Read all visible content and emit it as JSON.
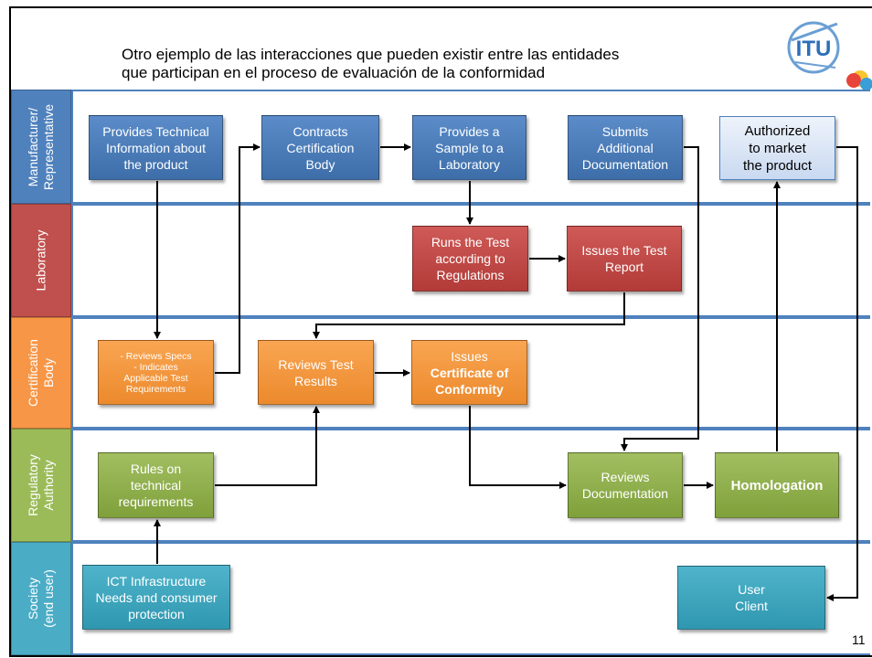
{
  "slide": {
    "title_line1": "Otro ejemplo de las interacciones que pueden existir entre las entidades",
    "title_line2": "que participan en el proceso de evaluación de la conformidad",
    "page_number": "11",
    "logo_text": "ITU"
  },
  "lanes": [
    {
      "id": "manufacturer",
      "lines": [
        "Manufacturer/",
        "Representative"
      ],
      "color": "#4f81bd"
    },
    {
      "id": "laboratory",
      "lines": [
        "Laboratory"
      ],
      "color": "#c0504d"
    },
    {
      "id": "certification",
      "lines": [
        "Certification",
        "Body"
      ],
      "color": "#f79646"
    },
    {
      "id": "regulatory",
      "lines": [
        "Regulatory",
        "Authority"
      ],
      "color": "#9bbb59"
    },
    {
      "id": "society",
      "lines": [
        "Society",
        "(end user)"
      ],
      "color": "#4bacc6"
    }
  ],
  "boxes": {
    "provides_info": [
      "Provides Technical",
      "Information about",
      "the product"
    ],
    "contracts": [
      "Contracts",
      "Certification",
      "Body"
    ],
    "provides_sample": [
      "Provides a",
      "Sample to a",
      "Laboratory"
    ],
    "submits": [
      "Submits",
      "Additional",
      "Documentation"
    ],
    "authorized": [
      "Authorized",
      "to market",
      "the product"
    ],
    "runs_test": [
      "Runs the Test",
      "according to",
      "Regulations"
    ],
    "issues_report": [
      "Issues the Test",
      "Report"
    ],
    "reviews_specs": [
      "- Reviews Specs",
      "- Indicates",
      "Applicable Test",
      "Requirements"
    ],
    "reviews_results": [
      "Reviews Test",
      "Results"
    ],
    "issues_cert": [
      "Issues",
      "Certificate of",
      "Conformity"
    ],
    "rules": [
      "Rules on",
      "technical",
      "requirements"
    ],
    "reviews_doc": [
      "Reviews",
      "Documentation"
    ],
    "homologation": [
      "Homologation"
    ],
    "ict": [
      "ICT Infrastructure",
      "Needs and consumer",
      "protection"
    ],
    "user": [
      "User",
      "Client"
    ]
  },
  "colors": {
    "manufacturer": "#4f81bd",
    "laboratory": "#c0504d",
    "certification": "#f79646",
    "regulatory": "#9bbb59",
    "society": "#4bacc6",
    "lane_border": "#4f81bd"
  }
}
